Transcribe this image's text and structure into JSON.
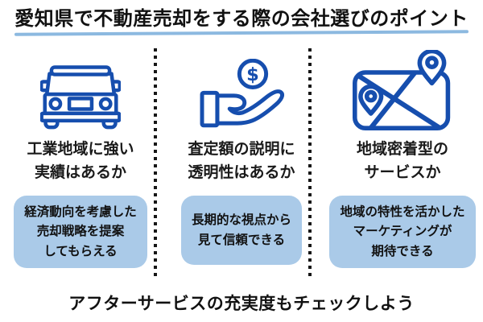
{
  "title": "愛知県で不動産売却をする際の会社選びのポイント",
  "footer_note": "アフターサービスの充実度もチェックしよう",
  "coin_symbol": "$",
  "colors": {
    "icon_blue": "#164eae",
    "box_fill": "#aacae8",
    "underline_blue": "#8cb9e0",
    "text": "#111111"
  },
  "columns": [
    {
      "icon": "truck-front-icon",
      "heading_lines": [
        "工業地域に強い",
        "実績はあるか"
      ],
      "box_lines": [
        "経済動向を考慮した",
        "売却戦略を提案",
        "してもらえる"
      ]
    },
    {
      "icon": "hand-coin-icon",
      "heading_lines": [
        "査定額の説明に",
        "透明性はあるか"
      ],
      "box_lines": [
        "長期的な視点から",
        "見て信頼できる"
      ]
    },
    {
      "icon": "map-pins-icon",
      "heading_lines": [
        "地域密着型の",
        "サービスか"
      ],
      "box_lines": [
        "地域の特性を活かした",
        "マーケティングが",
        "期待できる"
      ]
    }
  ]
}
